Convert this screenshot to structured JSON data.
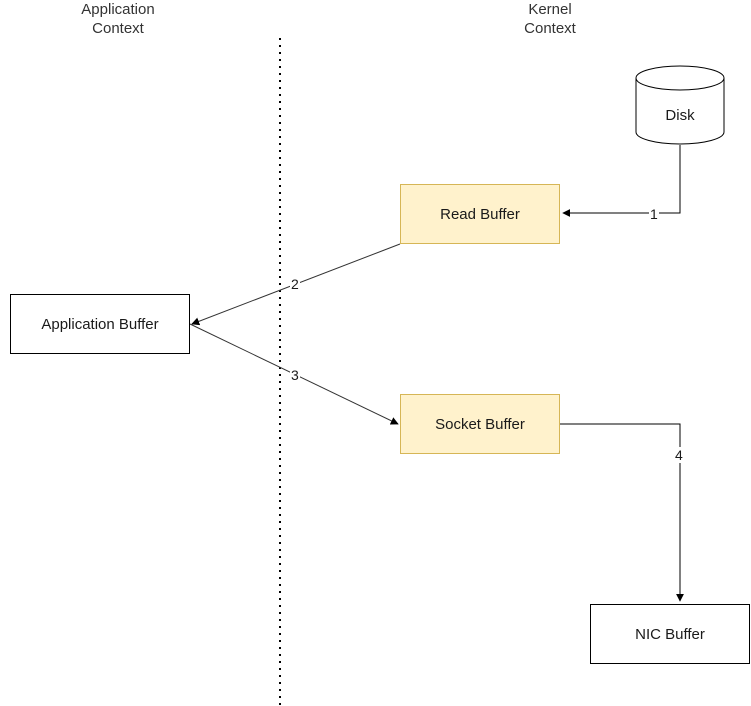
{
  "contexts": {
    "application": [
      "Application",
      "Context"
    ],
    "kernel": [
      "Kernel",
      "Context"
    ]
  },
  "nodes": {
    "disk": "Disk",
    "read_buffer": "Read Buffer",
    "application_buffer": "Application Buffer",
    "socket_buffer": "Socket Buffer",
    "nic_buffer": "NIC Buffer"
  },
  "edges": [
    {
      "label": "1",
      "from": "Disk",
      "to": "Read Buffer"
    },
    {
      "label": "2",
      "from": "Read Buffer",
      "to": "Application Buffer"
    },
    {
      "label": "3",
      "from": "Application Buffer",
      "to": "Socket Buffer"
    },
    {
      "label": "4",
      "from": "Socket Buffer",
      "to": "NIC Buffer"
    }
  ],
  "colors": {
    "kernel_box_fill": "#fff2cc",
    "kernel_box_stroke": "#d6b656",
    "line": "#333333"
  }
}
